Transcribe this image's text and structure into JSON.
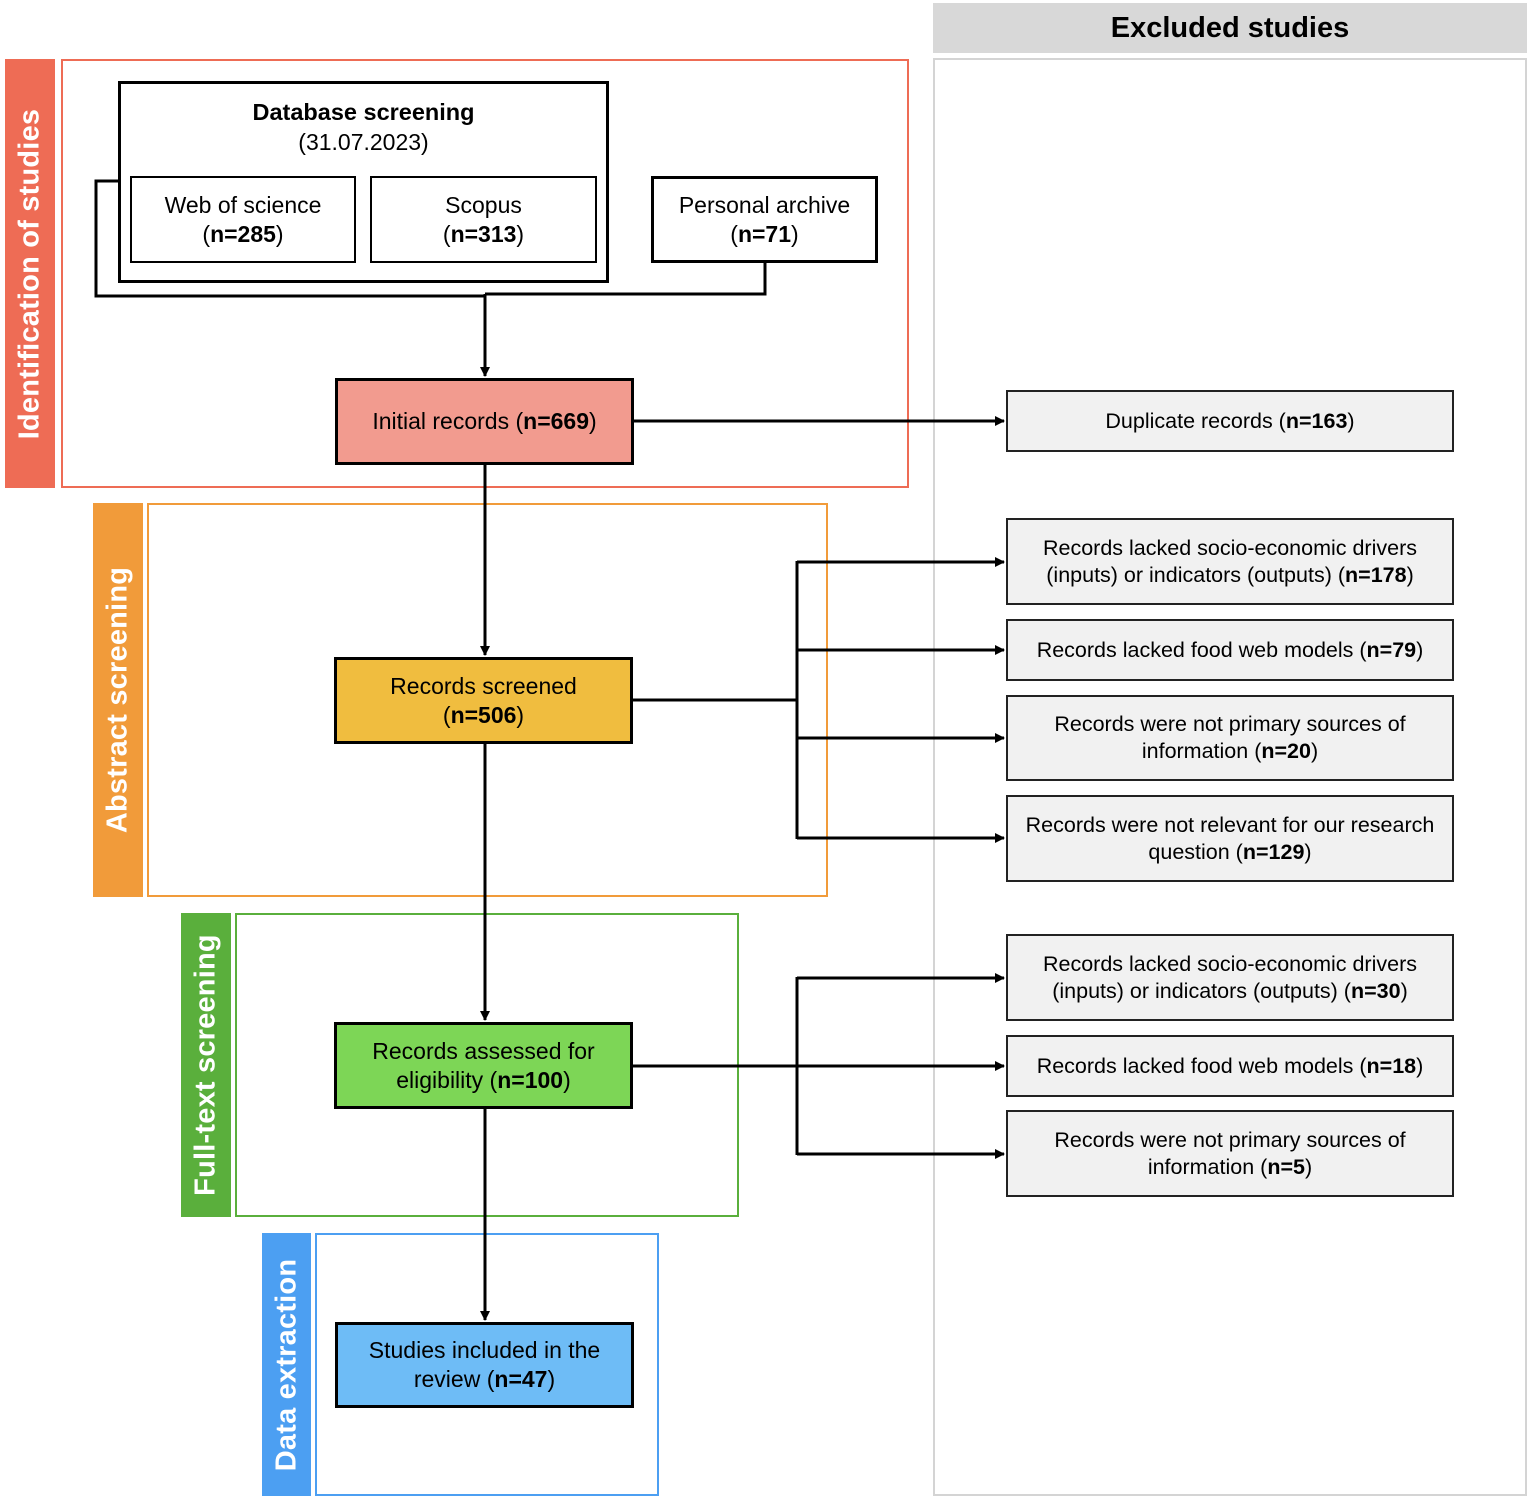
{
  "excluded_header": "Excluded studies",
  "stages": {
    "identification": {
      "label": "Identification of studies",
      "color": "#ee6c55"
    },
    "abstract": {
      "label": "Abstract screening",
      "color": "#f19b3a"
    },
    "fulltext": {
      "label": "Full-text screening",
      "color": "#5aaf3c"
    },
    "extraction": {
      "label": "Data extraction",
      "color": "#4c9ff2"
    }
  },
  "database_screening": {
    "title": "Database screening",
    "date": "(31.07.2023)"
  },
  "sources": [
    {
      "name": "Web of science",
      "count": "n=285"
    },
    {
      "name": "Scopus",
      "count": "n=313"
    },
    {
      "name": "Personal archive",
      "count": "n=71"
    }
  ],
  "flow": {
    "initial": {
      "text": "Initial records",
      "count": "n=669",
      "color": "#f29b8f"
    },
    "screened": {
      "text": "Records screened",
      "count": "n=506",
      "color": "#f0bd3f"
    },
    "assessed": {
      "text_line1": "Records assessed for",
      "text_line2": "eligibility",
      "count": "n=100",
      "color": "#7dd656"
    },
    "included": {
      "text_line1": "Studies included in the",
      "text_line2": "review",
      "count": "n=47",
      "color": "#6ebcf6"
    }
  },
  "exclusions": {
    "duplicates": {
      "text": "Duplicate records",
      "count": "n=163"
    },
    "abstract": [
      {
        "line1": "Records lacked socio-economic drivers",
        "line2": "(inputs) or indicators (outputs)",
        "count": "n=178"
      },
      {
        "line1": "Records lacked food web models",
        "line2": "",
        "count": "n=79"
      },
      {
        "line1": "Records were not primary sources of",
        "line2": "information",
        "count": "n=20"
      },
      {
        "line1": "Records were not relevant for our research",
        "line2": "question",
        "count": "n=129"
      }
    ],
    "fulltext": [
      {
        "line1": "Records lacked socio-economic drivers",
        "line2": "(inputs) or indicators (outputs)",
        "count": "n=30"
      },
      {
        "line1": "Records lacked food web models",
        "line2": "",
        "count": "n=18"
      },
      {
        "line1": "Records were not primary sources of",
        "line2": "information",
        "count": "n=5"
      }
    ]
  }
}
